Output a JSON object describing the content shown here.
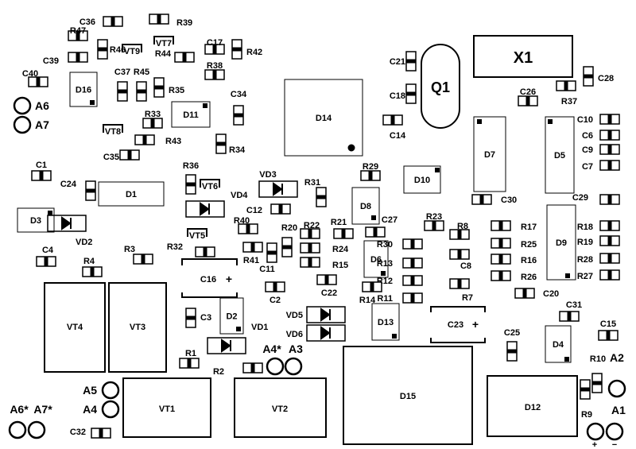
{
  "title": "",
  "designators": {
    "VT4": "VT4",
    "VT3": "VT3",
    "VT1": "VT1",
    "VT2": "VT2",
    "D15": "D15",
    "D12": "D12",
    "X1": "X1",
    "Q1": "Q1",
    "D14": "D14",
    "D1": "D1",
    "D3": "D3",
    "D11": "D11",
    "D16": "D16",
    "D7": "D7",
    "D5": "D5",
    "D9": "D9",
    "D10": "D10",
    "D8": "D8",
    "D6": "D6",
    "D13": "D13",
    "D2": "D2",
    "D4": "D4",
    "C16": "C16",
    "C23": "C23",
    "plus": "+",
    "minus": "−"
  },
  "pads": {
    "A6": "A6",
    "A7": "A7",
    "A5": "A5",
    "A4": "A4",
    "A6s": "A6*",
    "A7s": "A7*",
    "A4s": "A4*",
    "A3": "A3",
    "A2": "A2",
    "A1": "A1"
  },
  "components": [
    {
      "ref": "C36"
    },
    {
      "ref": "R39"
    },
    {
      "ref": "R47"
    },
    {
      "ref": "R46"
    },
    {
      "ref": "VT9"
    },
    {
      "ref": "VT7"
    },
    {
      "ref": "C17"
    },
    {
      "ref": "R42"
    },
    {
      "ref": "R44"
    },
    {
      "ref": "C39"
    },
    {
      "ref": "R38"
    },
    {
      "ref": "C40"
    },
    {
      "ref": "C37"
    },
    {
      "ref": "R45"
    },
    {
      "ref": "R35"
    },
    {
      "ref": "C34"
    },
    {
      "ref": "R33"
    },
    {
      "ref": "VT8"
    },
    {
      "ref": "R43"
    },
    {
      "ref": "R34"
    },
    {
      "ref": "C35"
    },
    {
      "ref": "C1"
    },
    {
      "ref": "C24"
    },
    {
      "ref": "R36"
    },
    {
      "ref": "VT6"
    },
    {
      "ref": "VD4"
    },
    {
      "ref": "VD3"
    },
    {
      "ref": "R31"
    },
    {
      "ref": "R29"
    },
    {
      "ref": "C12"
    },
    {
      "ref": "VD2"
    },
    {
      "ref": "C4"
    },
    {
      "ref": "R4"
    },
    {
      "ref": "R3"
    },
    {
      "ref": "R32"
    },
    {
      "ref": "VT5"
    },
    {
      "ref": "R40"
    },
    {
      "ref": "R41"
    },
    {
      "ref": "R20"
    },
    {
      "ref": "R22"
    },
    {
      "ref": "R21"
    },
    {
      "ref": "C27"
    },
    {
      "ref": "R24"
    },
    {
      "ref": "R15"
    },
    {
      "ref": "C11"
    },
    {
      "ref": "C22"
    },
    {
      "ref": "C2"
    },
    {
      "ref": "C3"
    },
    {
      "ref": "VD1"
    },
    {
      "ref": "R1"
    },
    {
      "ref": "R2"
    },
    {
      "ref": "VD5"
    },
    {
      "ref": "VD6"
    },
    {
      "ref": "R30"
    },
    {
      "ref": "R13"
    },
    {
      "ref": "R12"
    },
    {
      "ref": "R14"
    },
    {
      "ref": "R11"
    },
    {
      "ref": "R23"
    },
    {
      "ref": "R8"
    },
    {
      "ref": "C8"
    },
    {
      "ref": "R7"
    },
    {
      "ref": "C21"
    },
    {
      "ref": "C18"
    },
    {
      "ref": "C14"
    },
    {
      "ref": "C26"
    },
    {
      "ref": "R37"
    },
    {
      "ref": "C28"
    },
    {
      "ref": "C10"
    },
    {
      "ref": "C6"
    },
    {
      "ref": "C9"
    },
    {
      "ref": "C7"
    },
    {
      "ref": "C30"
    },
    {
      "ref": "C29"
    },
    {
      "ref": "R17"
    },
    {
      "ref": "R25"
    },
    {
      "ref": "R16"
    },
    {
      "ref": "R26"
    },
    {
      "ref": "R18"
    },
    {
      "ref": "R19"
    },
    {
      "ref": "R28"
    },
    {
      "ref": "R27"
    },
    {
      "ref": "C20"
    },
    {
      "ref": "C31"
    },
    {
      "ref": "C15"
    },
    {
      "ref": "C25"
    },
    {
      "ref": "R10"
    },
    {
      "ref": "R9"
    },
    {
      "ref": "C32"
    }
  ]
}
